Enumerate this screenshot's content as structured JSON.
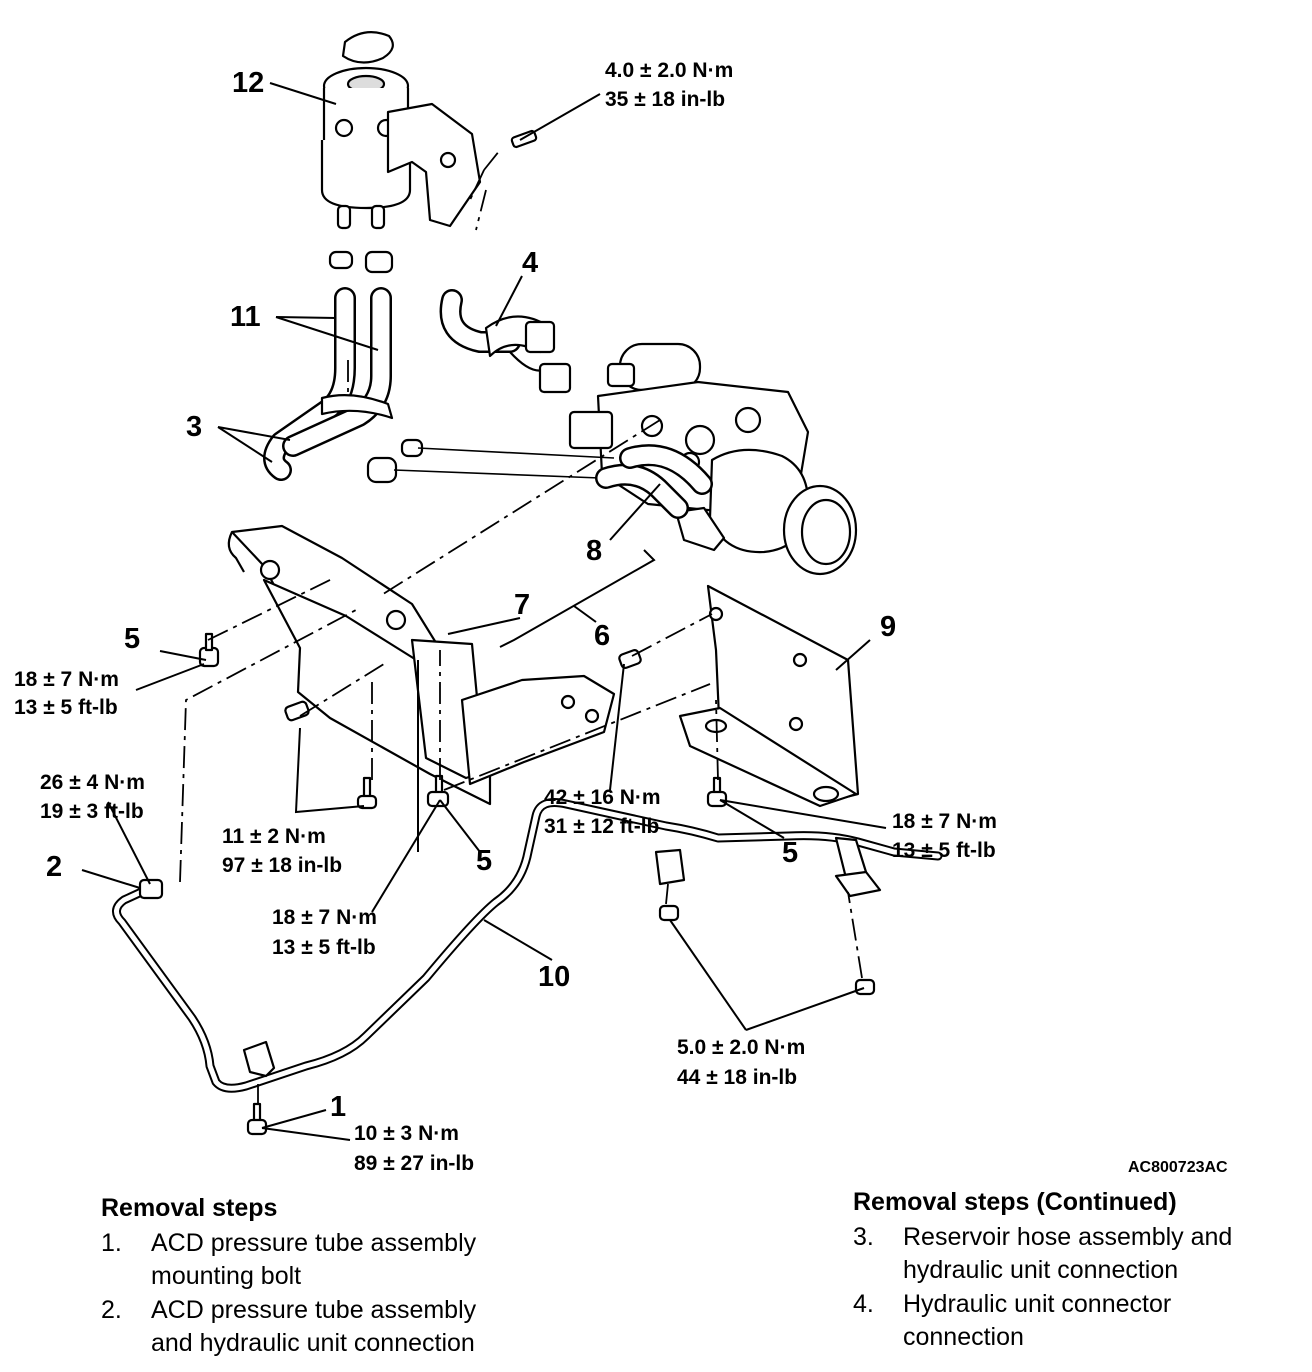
{
  "callouts": {
    "c1": "1",
    "c2": "2",
    "c3": "3",
    "c4": "4",
    "c5a": "5",
    "c5b": "5",
    "c5c": "5",
    "c6": "6",
    "c7": "7",
    "c8": "8",
    "c9": "9",
    "c10": "10",
    "c11": "11",
    "c12": "12"
  },
  "torques": {
    "t_reservoir": [
      "4.0 ± 2.0 N·m",
      "35 ± 18 in-lb"
    ],
    "t_left_bolt": [
      "18 ± 7 N·m",
      "13 ± 5 ft-lb"
    ],
    "t_tube_nut": [
      "26 ± 4 N·m",
      "19 ± 3 ft-lb"
    ],
    "t_bracket_bolt": [
      "11 ± 2 N·m",
      "97 ± 18 in-lb"
    ],
    "t_center_nut": [
      "42 ± 16 N·m",
      "31 ± 12 ft-lb"
    ],
    "t_right_bolt": [
      "18 ± 7 N·m",
      "13 ± 5 ft-lb"
    ],
    "t_lower_bolt": [
      "18 ± 7 N·m",
      "13 ± 5 ft-lb"
    ],
    "t_clamp_bolts": [
      "5.0 ± 2.0 N·m",
      "44 ± 18 in-lb"
    ],
    "t_mount_bolt": [
      "10 ± 3 N·m",
      "89 ± 27 in-lb"
    ]
  },
  "figure_code": "AC800723AC",
  "removal_steps": {
    "heading": "Removal steps",
    "items": [
      {
        "num": "1.",
        "lines": [
          "ACD pressure tube assembly",
          "mounting bolt"
        ]
      },
      {
        "num": "2.",
        "lines": [
          "ACD pressure tube assembly",
          "and hydraulic unit connection"
        ]
      }
    ]
  },
  "removal_steps_continued": {
    "heading": "Removal steps (Continued)",
    "items": [
      {
        "num": "3.",
        "lines": [
          "Reservoir hose assembly and",
          "hydraulic unit connection"
        ]
      },
      {
        "num": "4.",
        "lines": [
          "Hydraulic unit connector",
          "connection"
        ]
      }
    ]
  }
}
